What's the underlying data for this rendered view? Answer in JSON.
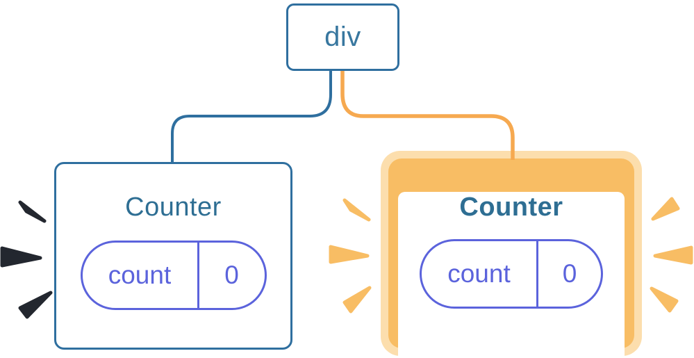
{
  "diagram": {
    "root": {
      "label": "div"
    },
    "counters": [
      {
        "title": "Counter",
        "highlighted": false,
        "state": {
          "key": "count",
          "value": "0"
        }
      },
      {
        "title": "Counter",
        "highlighted": true,
        "state": {
          "key": "count",
          "value": "0"
        }
      }
    ]
  },
  "colors": {
    "background": "#ffffff",
    "edge_blue": "#2f6f9f",
    "node_text_blue": "#38779f",
    "title_teal": "#2e6e93",
    "state_purple": "#5b63dc",
    "highlight_orange": "#f8bd64",
    "highlight_orange_light": "#fcdead",
    "connector_orange": "#f6a950",
    "connector_casing": "#ffffff",
    "sparkle_dark": "#23272f"
  }
}
